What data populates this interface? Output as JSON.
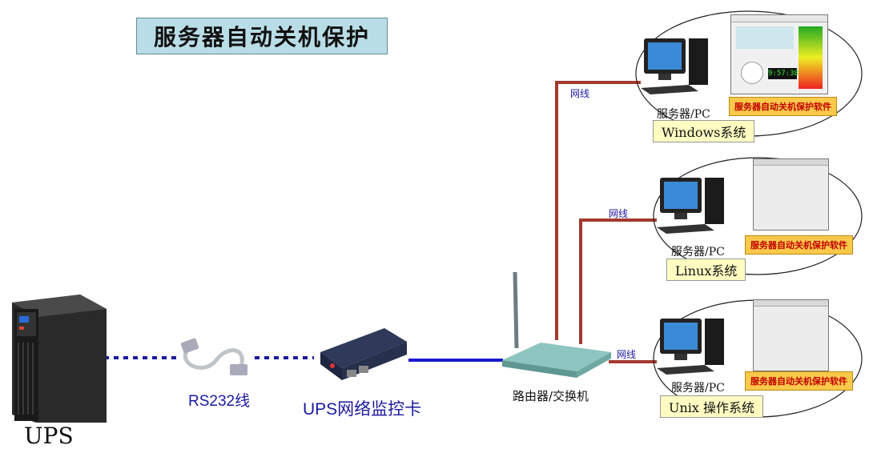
{
  "title": "服务器自动关机保护",
  "ups": {
    "label": "UPS"
  },
  "serial": {
    "label": "RS232线"
  },
  "card": {
    "label": "UPS网络监控卡"
  },
  "router": {
    "label": "路由器/交换机"
  },
  "cable_label": "网线",
  "servers": [
    {
      "device": "服务器/PC",
      "os": "Windows系统",
      "software": "服务器自动关机保护软件",
      "clock": "9:57:38"
    },
    {
      "device": "服务器/PC",
      "os": "Linux系统",
      "software": "服务器自动关机保护软件"
    },
    {
      "device": "服务器/PC",
      "os": "Unix 操作系统",
      "software": "服务器自动关机保护软件"
    }
  ],
  "colors": {
    "title_bg": "#b9dde6",
    "network_cable": "#a33a2e",
    "serial_dash": "#1a1aa0",
    "card_line": "#1a1ad0",
    "os_box": "#fffdc2",
    "software_box": "#fbc94a"
  }
}
